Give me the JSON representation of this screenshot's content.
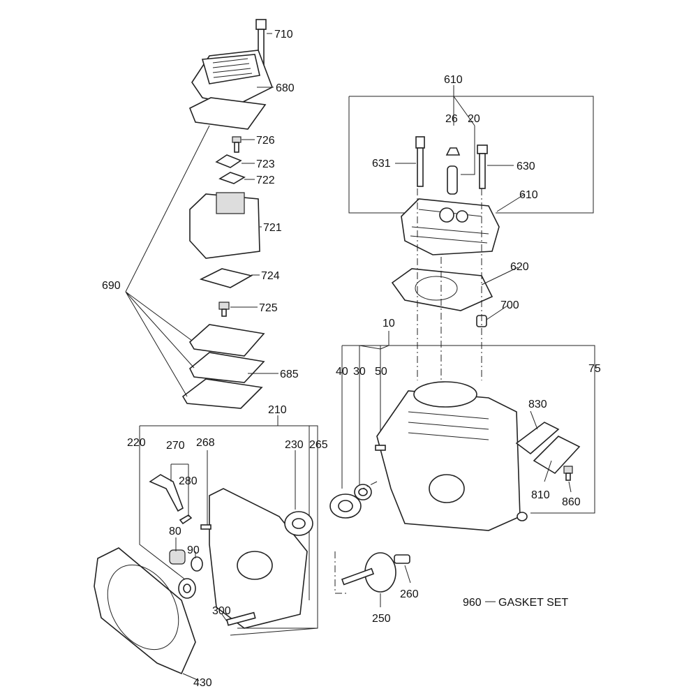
{
  "diagram": {
    "labels": {
      "p710": "710",
      "p680": "680",
      "p726": "726",
      "p723": "723",
      "p722": "722",
      "p721": "721",
      "p724": "724",
      "p725": "725",
      "p690": "690",
      "p685": "685",
      "p210": "210",
      "p220": "220",
      "p270": "270",
      "p268": "268",
      "p230": "230",
      "p265": "265",
      "p280": "280",
      "p80": "80",
      "p90": "90",
      "p300": "300",
      "p430": "430",
      "p250": "250",
      "p260": "260",
      "p960": "960",
      "gasket_set": "GASKET SET",
      "p610a": "610",
      "p26": "26",
      "p20": "20",
      "p631": "631",
      "p630": "630",
      "p610b": "610",
      "p620": "620",
      "p700": "700",
      "p10": "10",
      "p40": "40",
      "p30": "30",
      "p50": "50",
      "p75": "75",
      "p830": "830",
      "p810": "810",
      "p860": "860"
    }
  }
}
